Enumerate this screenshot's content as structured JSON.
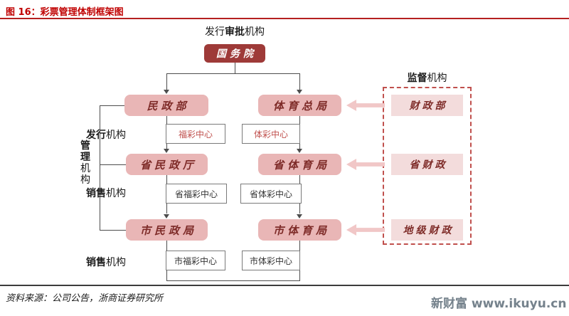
{
  "title": "图 16：彩票管理体制框架图",
  "approval": {
    "label_pre": "发行",
    "label_bold": "审批",
    "label_post": "机构",
    "box": "国务院"
  },
  "management": {
    "label_bold": "管理",
    "label_rest": "机构"
  },
  "supervision": {
    "label_bold": "监督",
    "label_rest": "机构"
  },
  "levels": {
    "national": {
      "civil": "民政部",
      "sports": "体育总局",
      "finance": "财政部"
    },
    "issuance": {
      "label_bold": "发行",
      "label_rest": "机构",
      "fucai": "福彩中心",
      "ticai": "体彩中心"
    },
    "provincial": {
      "civil": "省民政厅",
      "sports": "省体育局",
      "finance": "省财政"
    },
    "provincial_sales": {
      "label_bold": "销售",
      "label_rest": "机构",
      "fucai": "省福彩中心",
      "ticai": "省体彩中心"
    },
    "municipal": {
      "civil": "市民政局",
      "sports": "市体育局",
      "finance": "地级财政"
    },
    "municipal_sales": {
      "label_bold": "销售",
      "label_rest": "机构",
      "fucai": "市福彩中心",
      "ticai": "市体彩中心"
    }
  },
  "footer": {
    "source": "资料来源：公司公告，浙商证券研究所",
    "watermark_brand": "新财富",
    "watermark_url": "www.ikuyu.cn"
  },
  "colors": {
    "accent_red": "#c00000",
    "dark_red_box": "#9e3a38",
    "pink_box": "#e9b6b6",
    "light_pink_box": "#f3dcdc",
    "box_text_red": "#7e2b28",
    "small_box_text_red": "#c0504d",
    "arrow_pink": "#f1c7c7",
    "dashed_border": "#c0504d",
    "watermark_gray": "#75828c"
  }
}
